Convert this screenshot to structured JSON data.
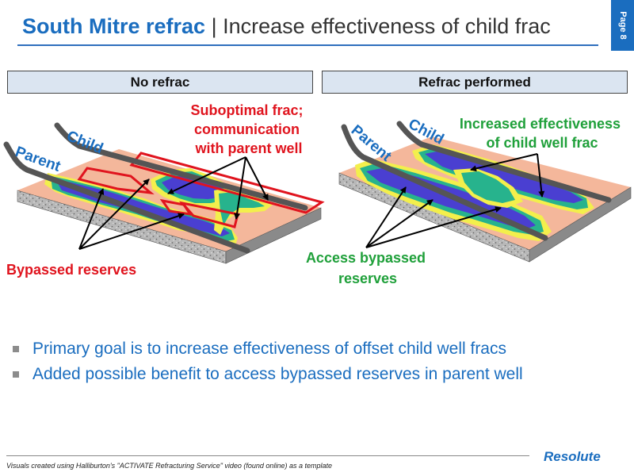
{
  "header": {
    "title_strong": "South Mitre refrac",
    "title_sep": "|",
    "title_rest": "Increase effectiveness of child frac",
    "page_label": "Page 8"
  },
  "panels": {
    "left": {
      "title": "No refrac",
      "child_label": "Child",
      "parent_label": "Parent",
      "callout_top": [
        "Suboptimal frac;",
        "communication",
        "with parent well"
      ],
      "callout_bottom": "Bypassed reserves"
    },
    "right": {
      "title": "Refrac performed",
      "child_label": "Child",
      "parent_label": "Parent",
      "callout_top": [
        "Increased effectiveness",
        "of child well frac"
      ],
      "callout_bottom": [
        "Access bypassed",
        "reserves"
      ]
    }
  },
  "bullets": [
    "Primary goal is to increase effectiveness of offset child well fracs",
    "Added possible benefit to access bypassed reserves in parent well"
  ],
  "footer": {
    "note": "Visuals created using Halliburton's \"ACTIVATE Refracturing Service\" video (found online) as a template",
    "logo": "Resolute"
  },
  "colors": {
    "brand_blue": "#1a6dbf",
    "callout_red": "#e0141e",
    "callout_green": "#1fa03a",
    "slab_top": "#f4b79b",
    "frac_blue": "#4a3fd1",
    "frac_green": "#27b38d",
    "frac_yellow": "#f3ef4c"
  }
}
